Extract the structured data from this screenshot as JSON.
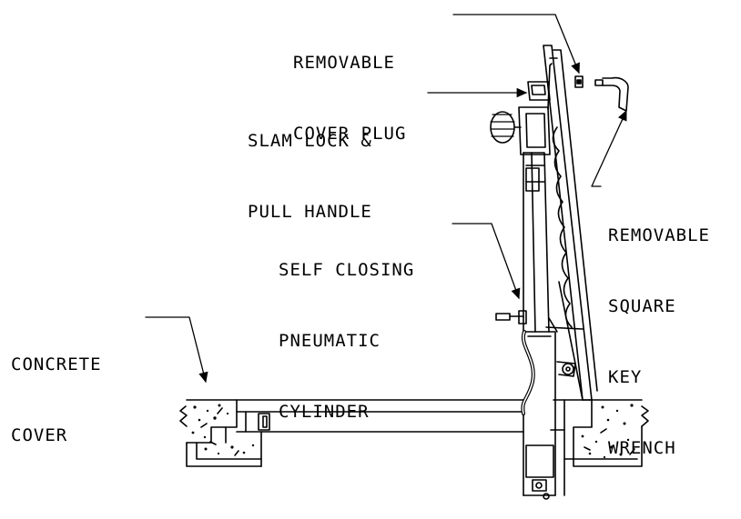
{
  "labels": {
    "cover_plug": [
      "REMOVABLE",
      "COVER PLUG"
    ],
    "slam_lock": [
      "SLAM LOCK &",
      "PULL HANDLE"
    ],
    "key_wrench": [
      "REMOVABLE",
      "SQUARE",
      "KEY",
      "WRENCH"
    ],
    "cylinder": [
      "SELF CLOSING",
      "PNEUMATIC",
      "CYLINDER"
    ],
    "concrete": [
      "CONCRETE",
      "COVER"
    ]
  },
  "colors": {
    "ink": "#000000",
    "background": "#ffffff"
  }
}
